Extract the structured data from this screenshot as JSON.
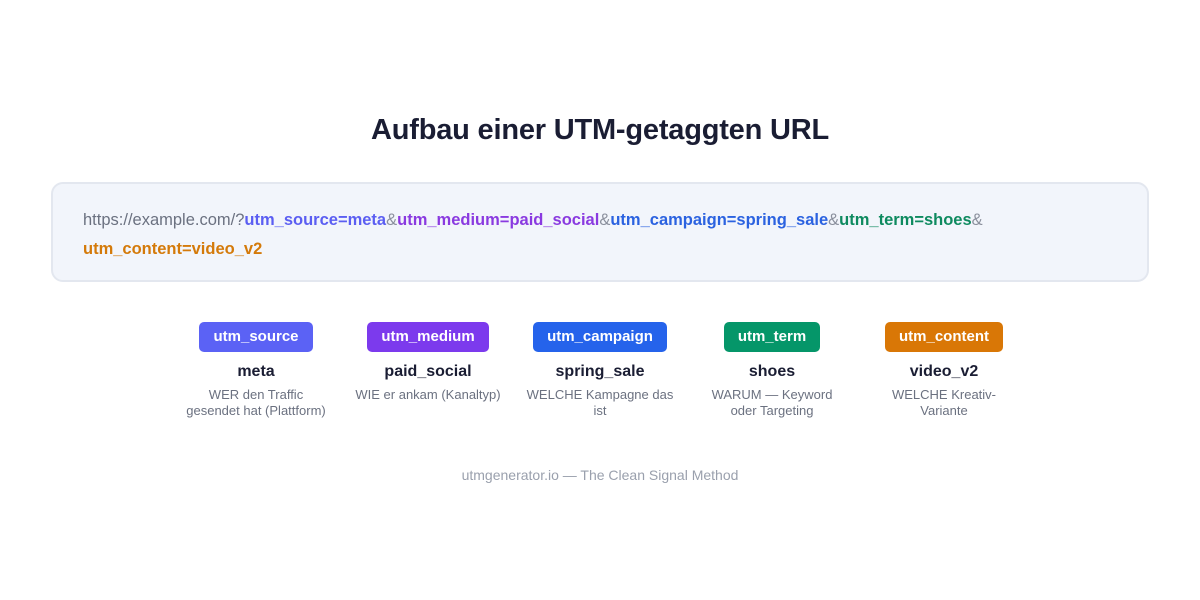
{
  "title": "Aufbau einer UTM-getaggten URL",
  "url": {
    "base": "https://example.com/?",
    "separator": "&",
    "segments": [
      {
        "text": "utm_source=meta",
        "color": "#5b5ef2"
      },
      {
        "text": "utm_medium=paid_social",
        "color": "#8a3ae0"
      },
      {
        "text": "utm_campaign=spring_sale",
        "color": "#2b62e0"
      },
      {
        "text": "utm_term=shoes",
        "color": "#0e8a5f"
      },
      {
        "text": "utm_content=video_v2",
        "color": "#d47a0a"
      }
    ]
  },
  "params": [
    {
      "key": "utm_source",
      "value": "meta",
      "desc": "WER den Traffic gesendet hat (Plattform)",
      "color": "#5b62f5"
    },
    {
      "key": "utm_medium",
      "value": "paid_social",
      "desc": "WIE er ankam (Kanaltyp)",
      "color": "#7c3aed"
    },
    {
      "key": "utm_campaign",
      "value": "spring_sale",
      "desc": "WELCHE Kampagne das ist",
      "color": "#2563eb"
    },
    {
      "key": "utm_term",
      "value": "shoes",
      "desc": "WARUM — Keyword oder Targeting",
      "color": "#059669"
    },
    {
      "key": "utm_content",
      "value": "video_v2",
      "desc": "WELCHE Kreativ-Variante",
      "color": "#d97706"
    }
  ],
  "footer": "utmgenerator.io — The Clean Signal Method"
}
